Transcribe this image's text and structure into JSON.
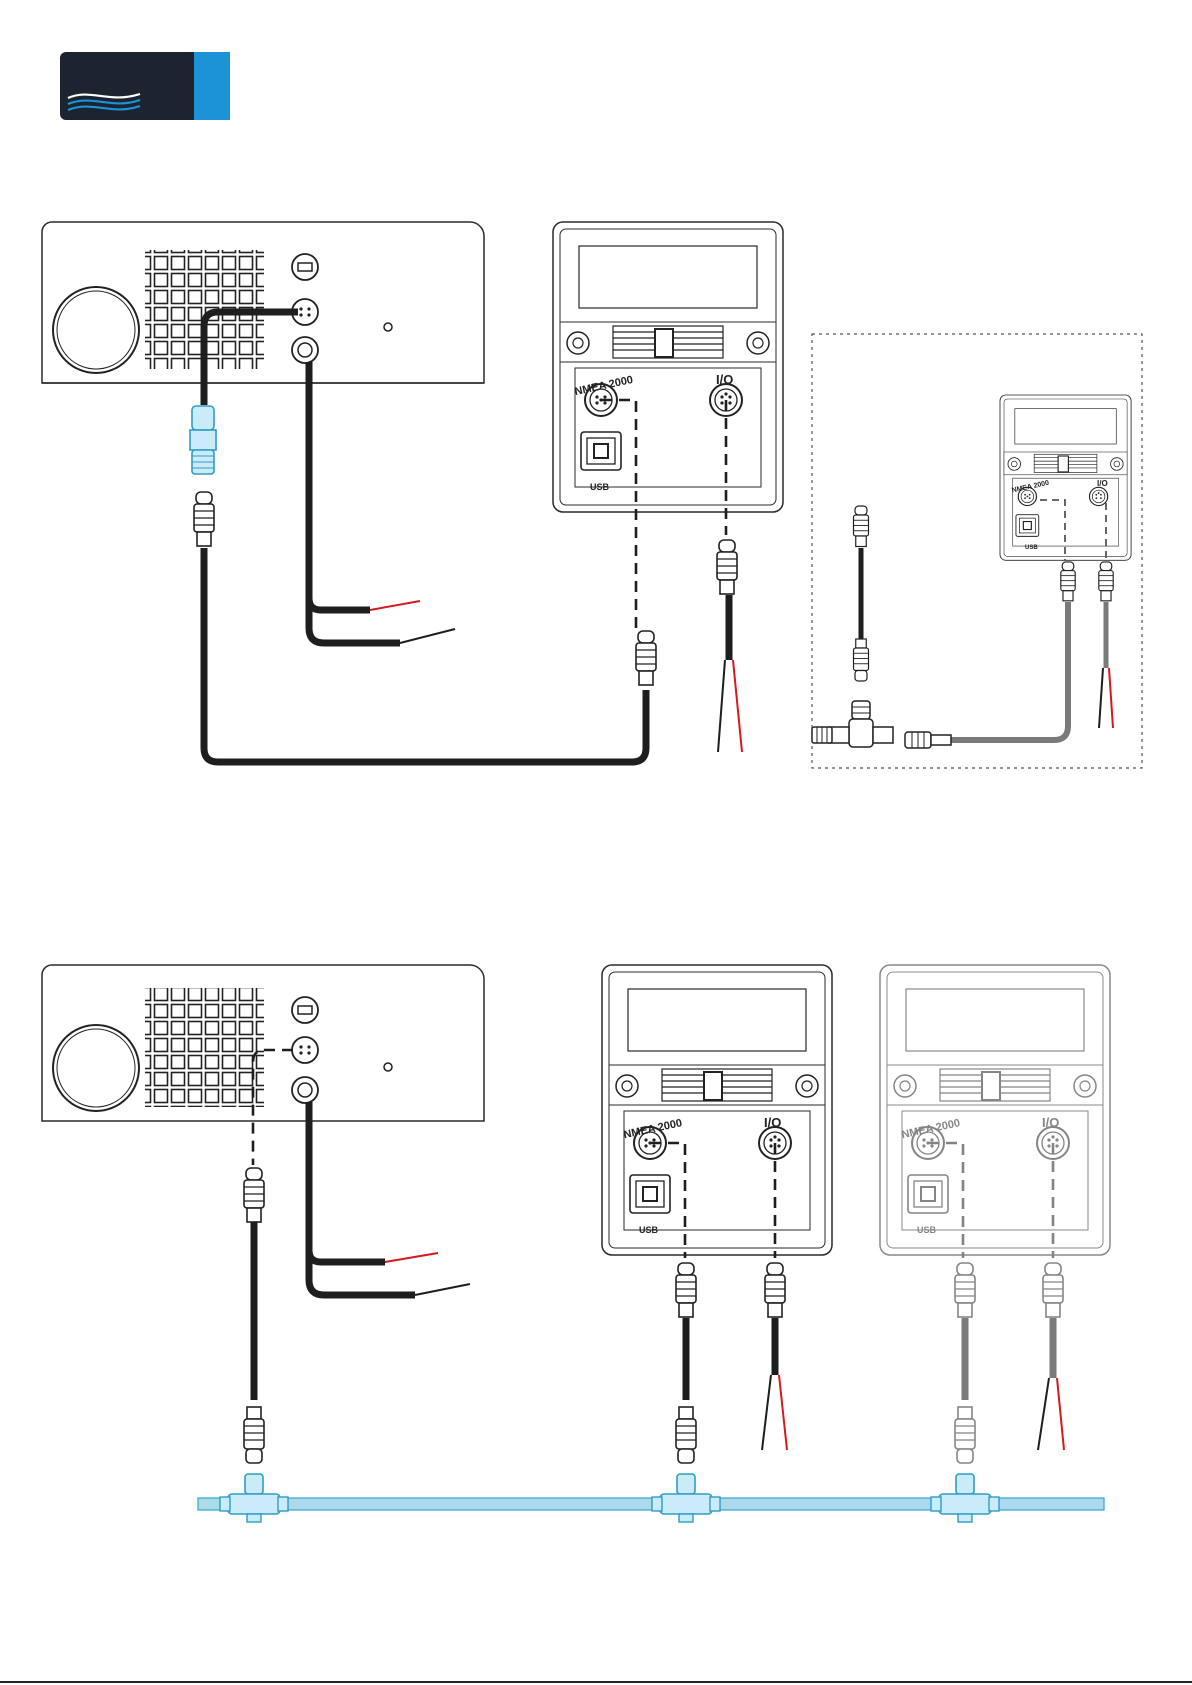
{
  "labels": {
    "nmea": "NMEA 2000",
    "io": "I/O",
    "usb": "USB"
  },
  "colors": {
    "brand_dark": "#1c2430",
    "brand_blue": "#1b93d6",
    "cable": "#1e1e1e",
    "cable_gray": "#7a7a7a",
    "power_red": "#d6191f",
    "backbone": "#a9dbed",
    "backbone_stroke": "#3aa4c8",
    "outline": "#2a2a2a"
  },
  "icons": [
    "wave-logo-icon",
    "fan-grille-icon",
    "connector-icon",
    "t-connector-icon",
    "terminator-icon"
  ]
}
